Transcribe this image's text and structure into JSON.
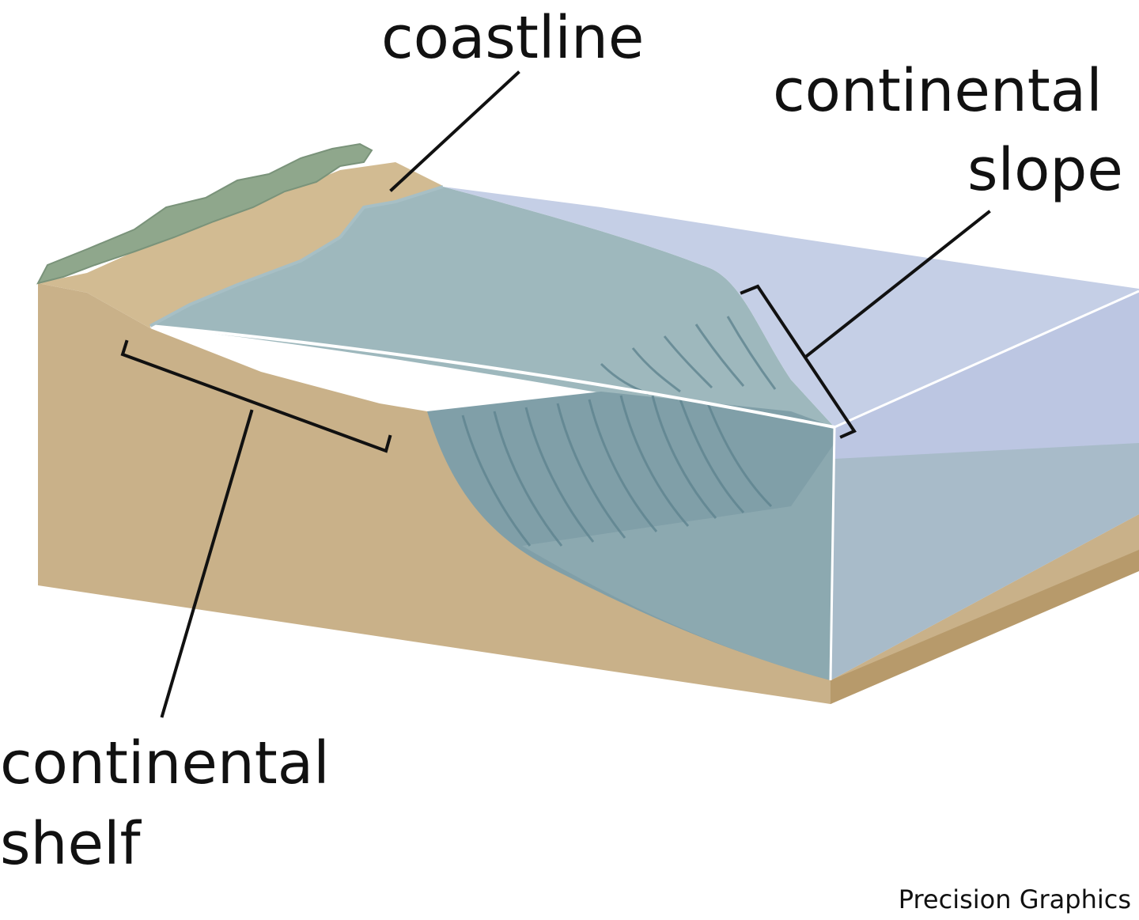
{
  "labels": {
    "coastline": "coastline",
    "continental_slope": [
      "continental",
      "slope"
    ],
    "continental_shelf": [
      "continental",
      "shelf"
    ]
  },
  "credit": "Precision Graphics",
  "colors": {
    "land": "#c9b189",
    "land_dark": "#b89d72",
    "vegetation": "#8fa78c",
    "shelf_water": "#90aeb6",
    "deep_water": "#7f9fa9",
    "ocean_surface": "#c5cfe6",
    "ocean_side": "#bcc6e2",
    "seabed_edge": "#b79a6b",
    "outline": "#111111"
  }
}
